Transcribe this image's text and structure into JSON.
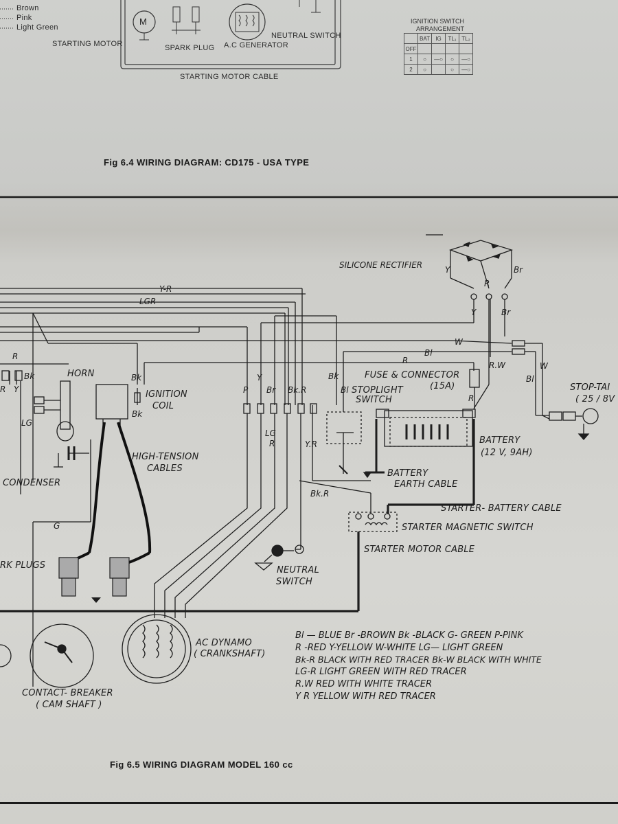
{
  "top_figure": {
    "color_legend": [
      "Brown",
      "Pink",
      "Light Green"
    ],
    "labels": {
      "starting_motor": "STARTING MOTOR",
      "spark_plug": "SPARK PLUG",
      "ac_generator": "A.C GENERATOR",
      "neutral_switch": "NEUTRAL SWITCH",
      "starting_motor_cable": "STARTING MOTOR CABLE",
      "motor_symbol": "M"
    },
    "ignition_table": {
      "title_line1": "IGNITION SWITCH",
      "title_line2": "ARRANGEMENT",
      "headers": [
        "BAT",
        "IG",
        "TL₁",
        "TL₂"
      ],
      "rows": [
        "OFF",
        "1",
        "2"
      ]
    },
    "caption": "Fig 6.4  WIRING DIAGRAM: CD175 - USA TYPE"
  },
  "bottom_figure": {
    "components": {
      "silicone_rectifier": "SILICONE RECTIFIER",
      "horn": "HORN",
      "ignition_coil_1": "IGNITION",
      "ignition_coil_2": "COIL",
      "fuse_connector_1": "FUSE & CONNECTOR",
      "fuse_connector_2": "(15A)",
      "stoplight_switch_1": "STOPLIGHT",
      "stoplight_switch_2": "SWITCH",
      "stop_tail_1": "STOP-TAI",
      "stop_tail_2": "( 25 / 8V",
      "battery_1": "BATTERY",
      "battery_2": "(12 V, 9AH)",
      "battery_earth_1": "BATTERY",
      "battery_earth_2": "EARTH CABLE",
      "high_tension_1": "HIGH-TENSION",
      "high_tension_2": "CABLES",
      "condenser": "CONDENSER",
      "starter_battery_cable": "STARTER- BATTERY CABLE",
      "starter_magnetic_switch": "STARTER MAGNETIC SWITCH",
      "starter_motor_cable": "STARTER MOTOR CABLE",
      "spark_plugs": "RK PLUGS",
      "neutral_switch_1": "NEUTRAL",
      "neutral_switch_2": "SWITCH",
      "ac_dynamo_1": "AC DYNAMO",
      "ac_dynamo_2": "( CRANKSHAFT)",
      "contact_breaker_1": "CONTACT- BREAKER",
      "contact_breaker_2": "( CAM SHAFT )"
    },
    "wire_labels": {
      "yr_top": "Y-R",
      "lgr_top": "LGR",
      "y_rect": "Y",
      "r_rect": "R",
      "br_rect": "Br",
      "y_lower": "Y",
      "br_lower": "Br",
      "w_main": "W",
      "bl_main": "Bl",
      "r_main": "R",
      "rw": "R.W",
      "w_right": "W",
      "bl_right": "Bl",
      "r_left": "R",
      "bk_left": "Bk",
      "r_far": "R",
      "y_far": "Y",
      "lg_left": "LG",
      "bk_coil": "Bk",
      "bk_coil2": "Bk",
      "p_conn": "P",
      "y_conn": "Y",
      "br_conn": "Br",
      "bkr_conn": "Bk.R",
      "bk_stop": "Bk",
      "bl_stop": "Bl",
      "lg_low": "LG",
      "r_low": "R",
      "yr_low": "Y.R",
      "bkr_low": "Bk.R",
      "g_low": "G",
      "r_batt": "R"
    },
    "color_code_legend": [
      "Bl — BLUE   Br -BROWN  Bk -BLACK   G- GREEN  P-PINK",
      "R -RED  Y-YELLOW  W-WHITE  LG— LIGHT GREEN",
      "Bk-R    BLACK WITH RED TRACER     Bk-W BLACK WITH WHITE",
      "LG-R  LIGHT GREEN WITH RED TRACER",
      "R.W   RED WITH WHITE TRACER",
      "Y R    YELLOW WITH RED TRACER"
    ],
    "caption": "Fig 6.5  WIRING DIAGRAM MODEL 160 cc"
  },
  "colors": {
    "paper": "#d6d6d2",
    "ink": "#1c1c1c",
    "upper_paper": "#cfd0cd"
  }
}
